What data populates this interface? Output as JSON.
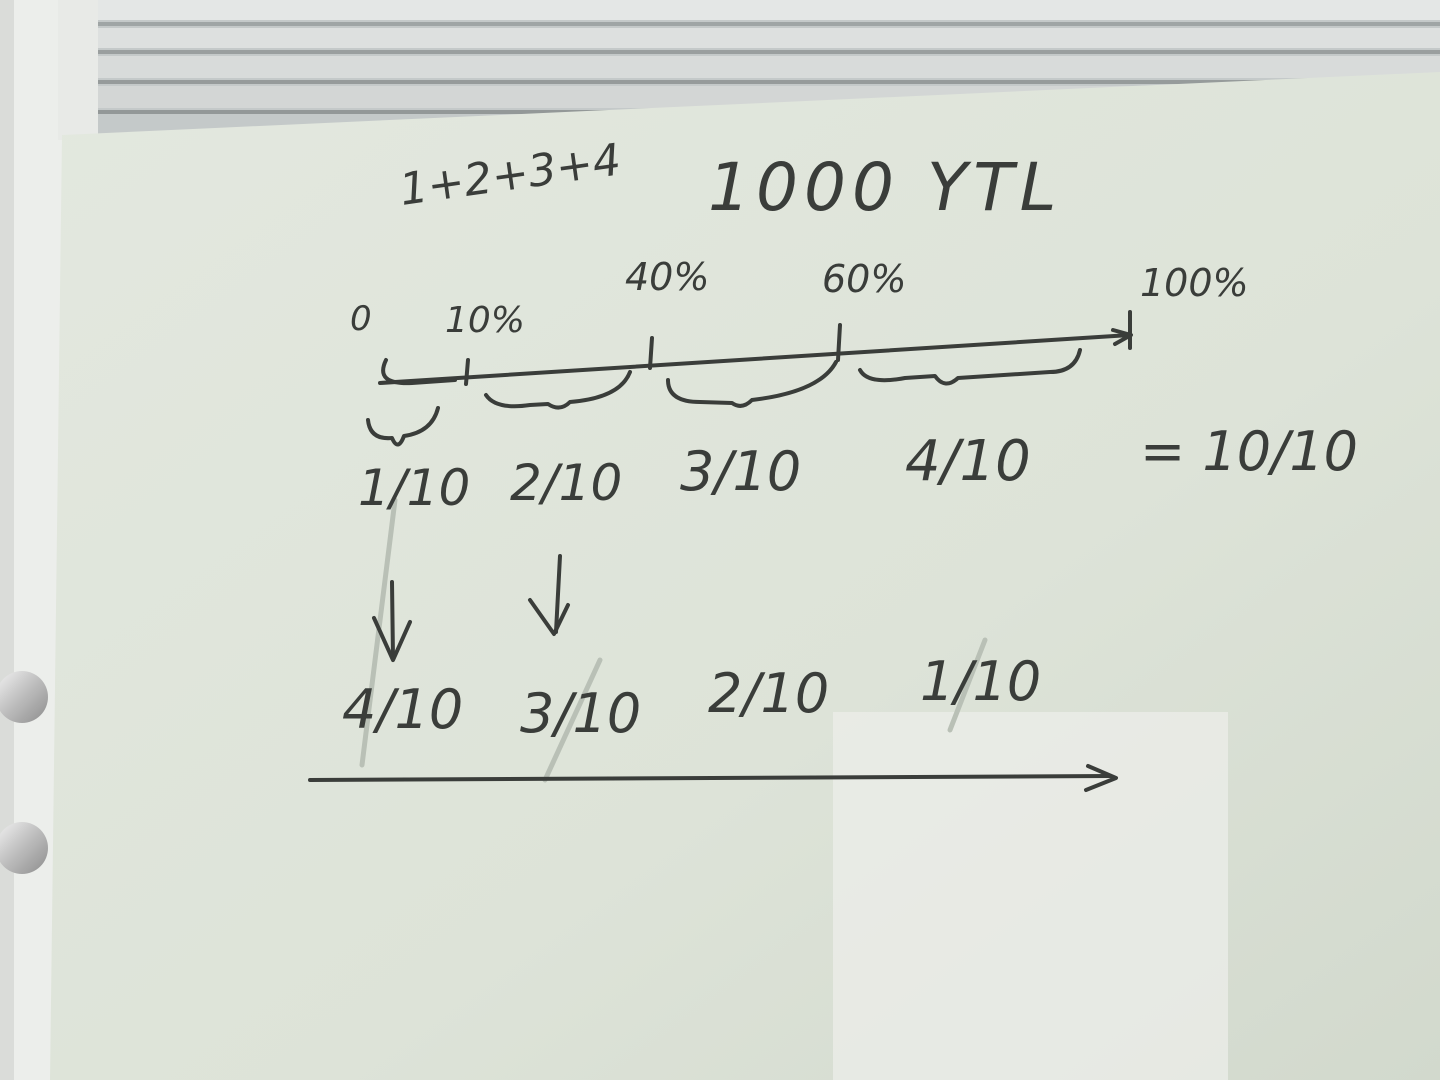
{
  "whiteboard": {
    "heading": {
      "sum": "1+2+3+4",
      "amount": "1000 YTL"
    },
    "top_scale": {
      "ticks": [
        "0",
        "10%",
        "40%",
        "60%",
        "100%"
      ]
    },
    "segment_fractions": [
      "1/10",
      "2/10",
      "3/10",
      "4/10"
    ],
    "equals_total": "= 10/10",
    "reversed_fractions": [
      "4/10",
      "3/10",
      "2/10",
      "1/10"
    ]
  },
  "colors": {
    "board": "#dfe5da",
    "ink": "#3a3d3a",
    "frame": "#e9ebe7",
    "blinds": "#cfd3d2",
    "paper": "#f0f1ef"
  }
}
